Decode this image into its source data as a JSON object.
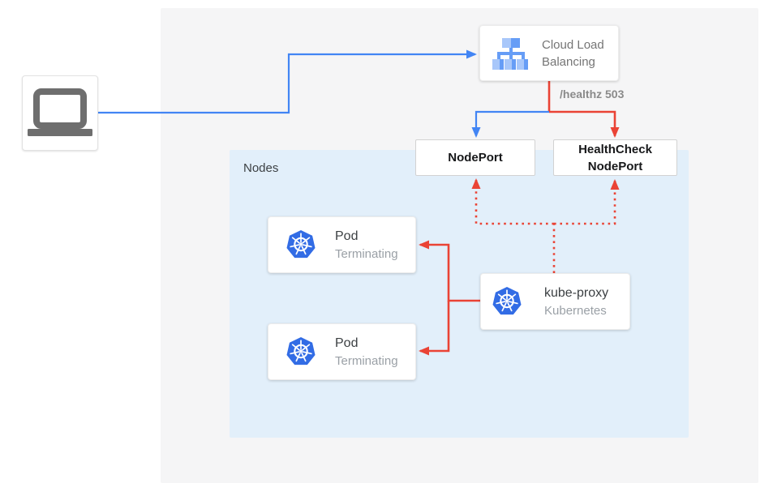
{
  "client": {
    "icon": "laptop-icon"
  },
  "cloud_load_balancing": {
    "title": "Cloud Load Balancing",
    "icon": "cloud-load-balancing-icon"
  },
  "health_check": {
    "path_label": "/healthz 503"
  },
  "ports": {
    "nodeport": "NodePort",
    "healthcheck_nodeport": "HealthCheck NodePort"
  },
  "nodes": {
    "label": "Nodes"
  },
  "pods": [
    {
      "title": "Pod",
      "status": "Terminating",
      "icon": "kubernetes-icon"
    },
    {
      "title": "Pod",
      "status": "Terminating",
      "icon": "kubernetes-icon"
    }
  ],
  "kube_proxy": {
    "title": "kube-proxy",
    "subtitle": "Kubernetes",
    "icon": "kubernetes-icon"
  },
  "colors": {
    "traffic_blue": "#4285f4",
    "health_red": "#ea4335",
    "kubernetes_blue": "#326ce5",
    "clb_icon_light_blue": "#a8c7fa",
    "clb_icon_medium_blue": "#669df6",
    "nodes_bg": "#e2effa",
    "panel_bg": "#f5f5f6",
    "label_gray": "#757575"
  }
}
